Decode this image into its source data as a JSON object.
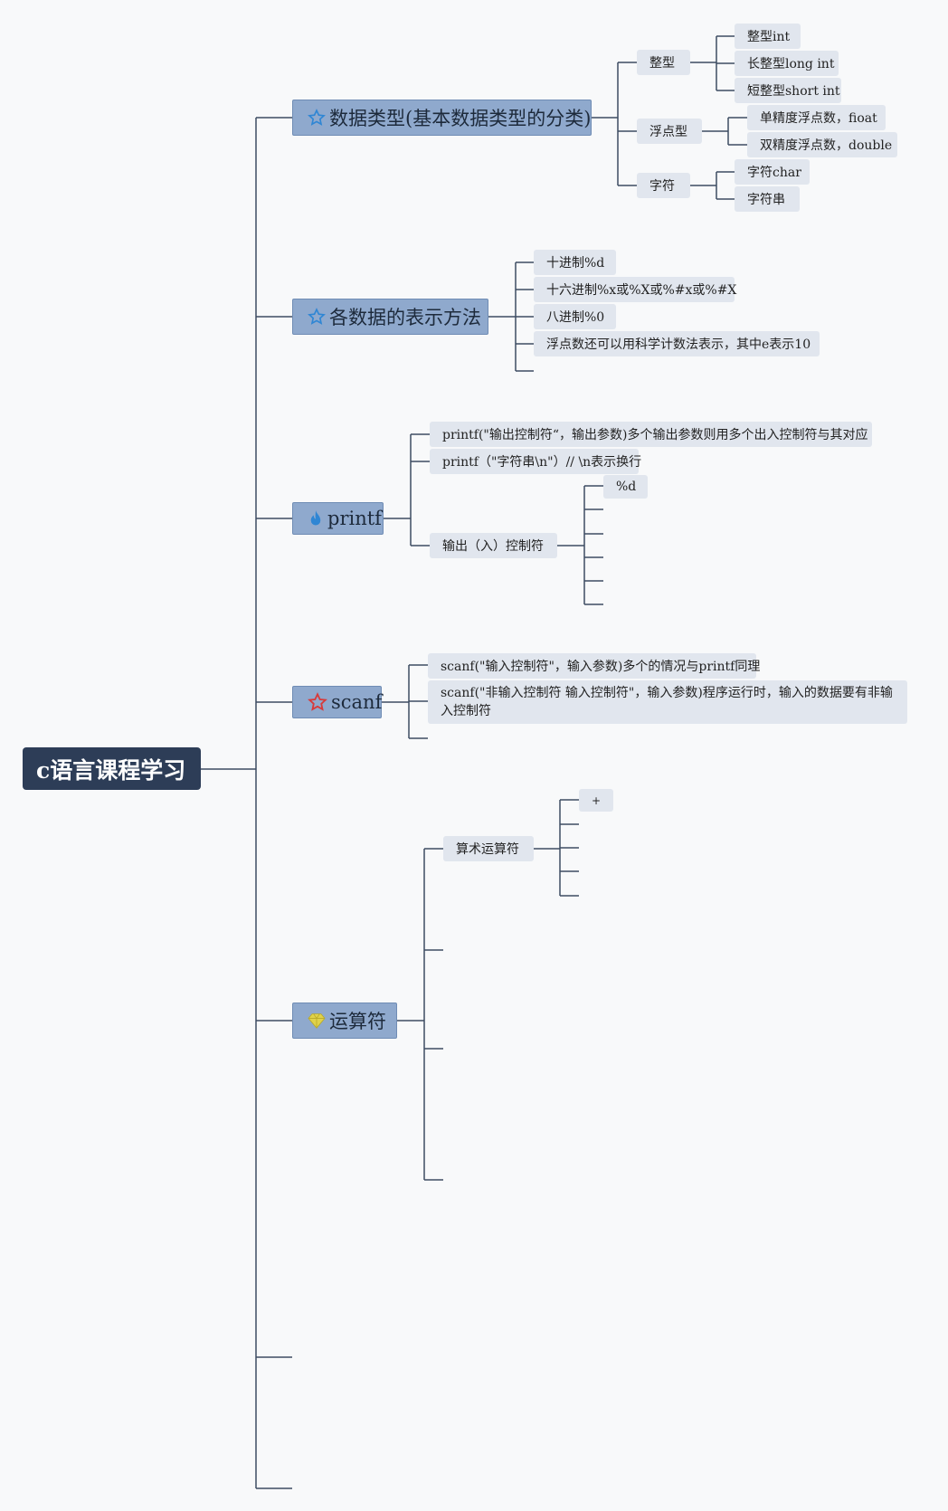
{
  "root": "c语言课程学习",
  "branches": {
    "datatypes": "数据类型(基本数据类型的分类)",
    "representation": "各数据的表示方法",
    "printf": "printf",
    "scanf": "scanf",
    "operators": "运算符"
  },
  "icons": {
    "datatypes": "star-outline-icon",
    "representation": "star-outline-icon",
    "printf": "flame-icon",
    "scanf": "star-outline-red-icon",
    "operators": "gem-icon"
  },
  "datatypes": {
    "integer": {
      "label": "整型",
      "items": [
        "整型int",
        "长整型long int",
        "短整型short int"
      ]
    },
    "float": {
      "label": "浮点型",
      "items": [
        "单精度浮点数，fioat",
        "双精度浮点数，double"
      ]
    },
    "char": {
      "label": "字符",
      "items": [
        "字符char",
        "字符串"
      ]
    }
  },
  "representation": [
    "十进制%d",
    "十六进制%x或%X或%#x或%#X",
    "八进制%0",
    "浮点数还可以用科学计数法表示，其中e表示10"
  ],
  "printf": {
    "items": [
      "printf(\"输出控制符“，输出参数)多个输出参数则用多个出入控制符与其对应",
      "printf（\"字符串\\n\"）// \\n表示换行"
    ],
    "control": {
      "label": "输出（入）控制符",
      "items": [
        "%d"
      ]
    }
  },
  "scanf": [
    "scanf(\"输入控制符\"，输入参数)多个的情况与printf同理",
    "scanf(\"非输入控制符 输入控制符\"，输入参数)程序运行时，输入的数据要有非输入控制符"
  ],
  "operators": {
    "arith": {
      "label": "算术运算符",
      "items": [
        "+"
      ]
    }
  },
  "colors": {
    "background": "#f8f9fa",
    "root": "#2d3d57",
    "branch": "#8fa9cd",
    "leaf": "#e1e6ee",
    "line": "#3d4c63",
    "icon_blue": "#2f86d4",
    "icon_red": "#d83a3a",
    "icon_yellow": "#e0d24a"
  }
}
